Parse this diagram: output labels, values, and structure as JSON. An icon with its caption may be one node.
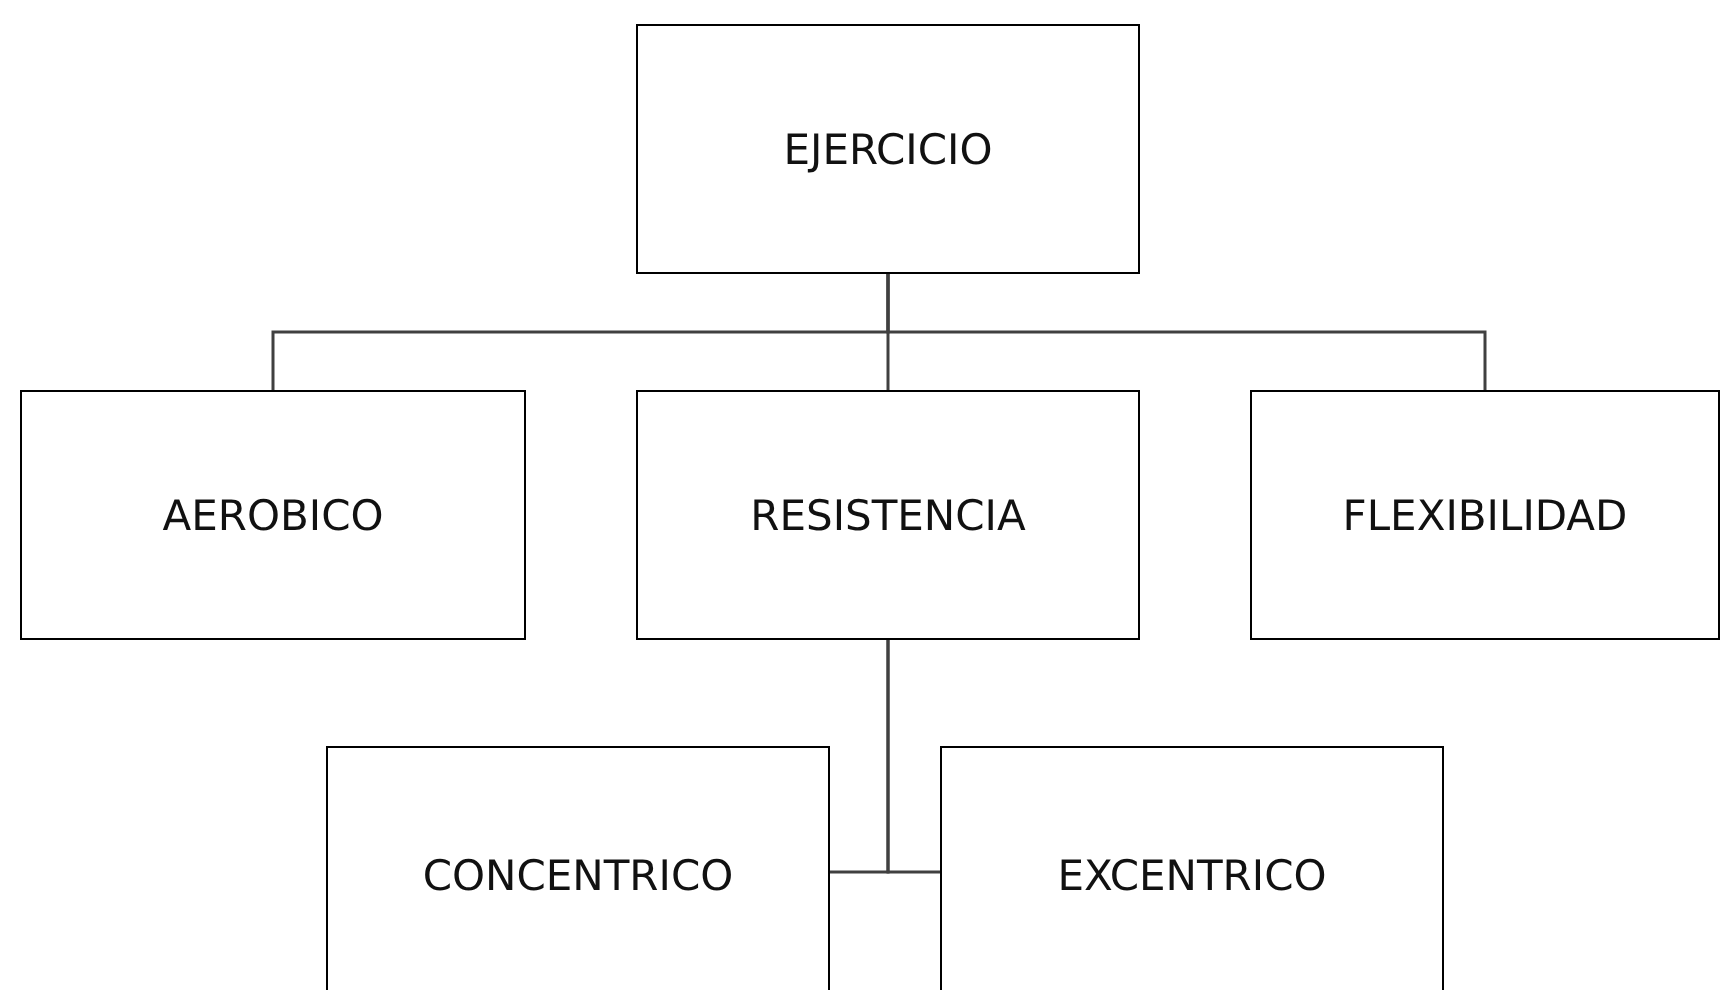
{
  "diagram": {
    "nodes": [
      {
        "text": [
          "EJERCICIO"
        ]
      },
      {
        "text": [
          "AEROBICO"
        ]
      },
      {
        "text": [
          "RESISTENCIA"
        ]
      },
      {
        "text": [
          "FLEXIBILIDAD"
        ]
      },
      {
        "text": [
          "CONCENTRICO"
        ]
      },
      {
        "text": [
          "EXCENTRICO"
        ]
      }
    ],
    "edges": [
      {
        "from": 0,
        "to": 1,
        "arrow": "none"
      },
      {
        "from": 0,
        "to": 2,
        "arrow": "none"
      },
      {
        "from": 0,
        "to": 3,
        "arrow": "none"
      },
      {
        "from": 2,
        "to": 4,
        "arrow": "none"
      },
      {
        "from": 2,
        "to": 5,
        "arrow": "none"
      }
    ]
  }
}
